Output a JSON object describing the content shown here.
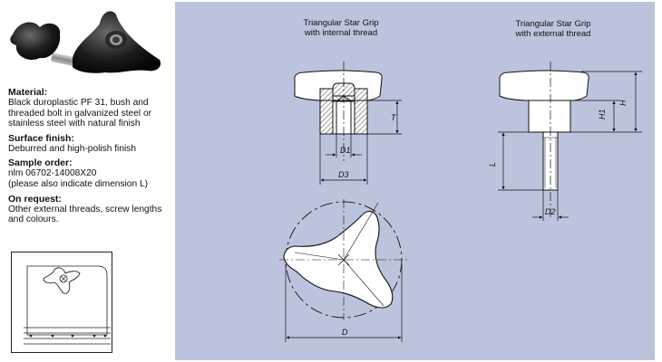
{
  "material": {
    "heading": "Material:",
    "text": "Black duroplastic PF 31, bush and threaded bolt in galvanized steel or stainless steel with natural finish"
  },
  "surface": {
    "heading": "Surface finish:",
    "text": "Deburred and high-polish finish"
  },
  "sample": {
    "heading": "Sample order:",
    "line1": "nlm 06702-14008X20",
    "line2": "(please also indicate dimension L)"
  },
  "request": {
    "heading": "On request:",
    "text": "Other external threads, screw lengths and colours."
  },
  "captions": {
    "internal_line1": "Triangular Star  Grip",
    "internal_line2": "with internal thread",
    "external_line1": "Triangular Star Grip",
    "external_line2": "with external thread"
  },
  "dimensions": {
    "T": "T",
    "D1": "D1",
    "D3": "D3",
    "H": "H",
    "H1": "H1",
    "L": "L",
    "D2": "D2",
    "D": "D"
  },
  "colors": {
    "panel": "#bcc4dd",
    "knob": "#1a1a1a",
    "line": "#111111"
  }
}
